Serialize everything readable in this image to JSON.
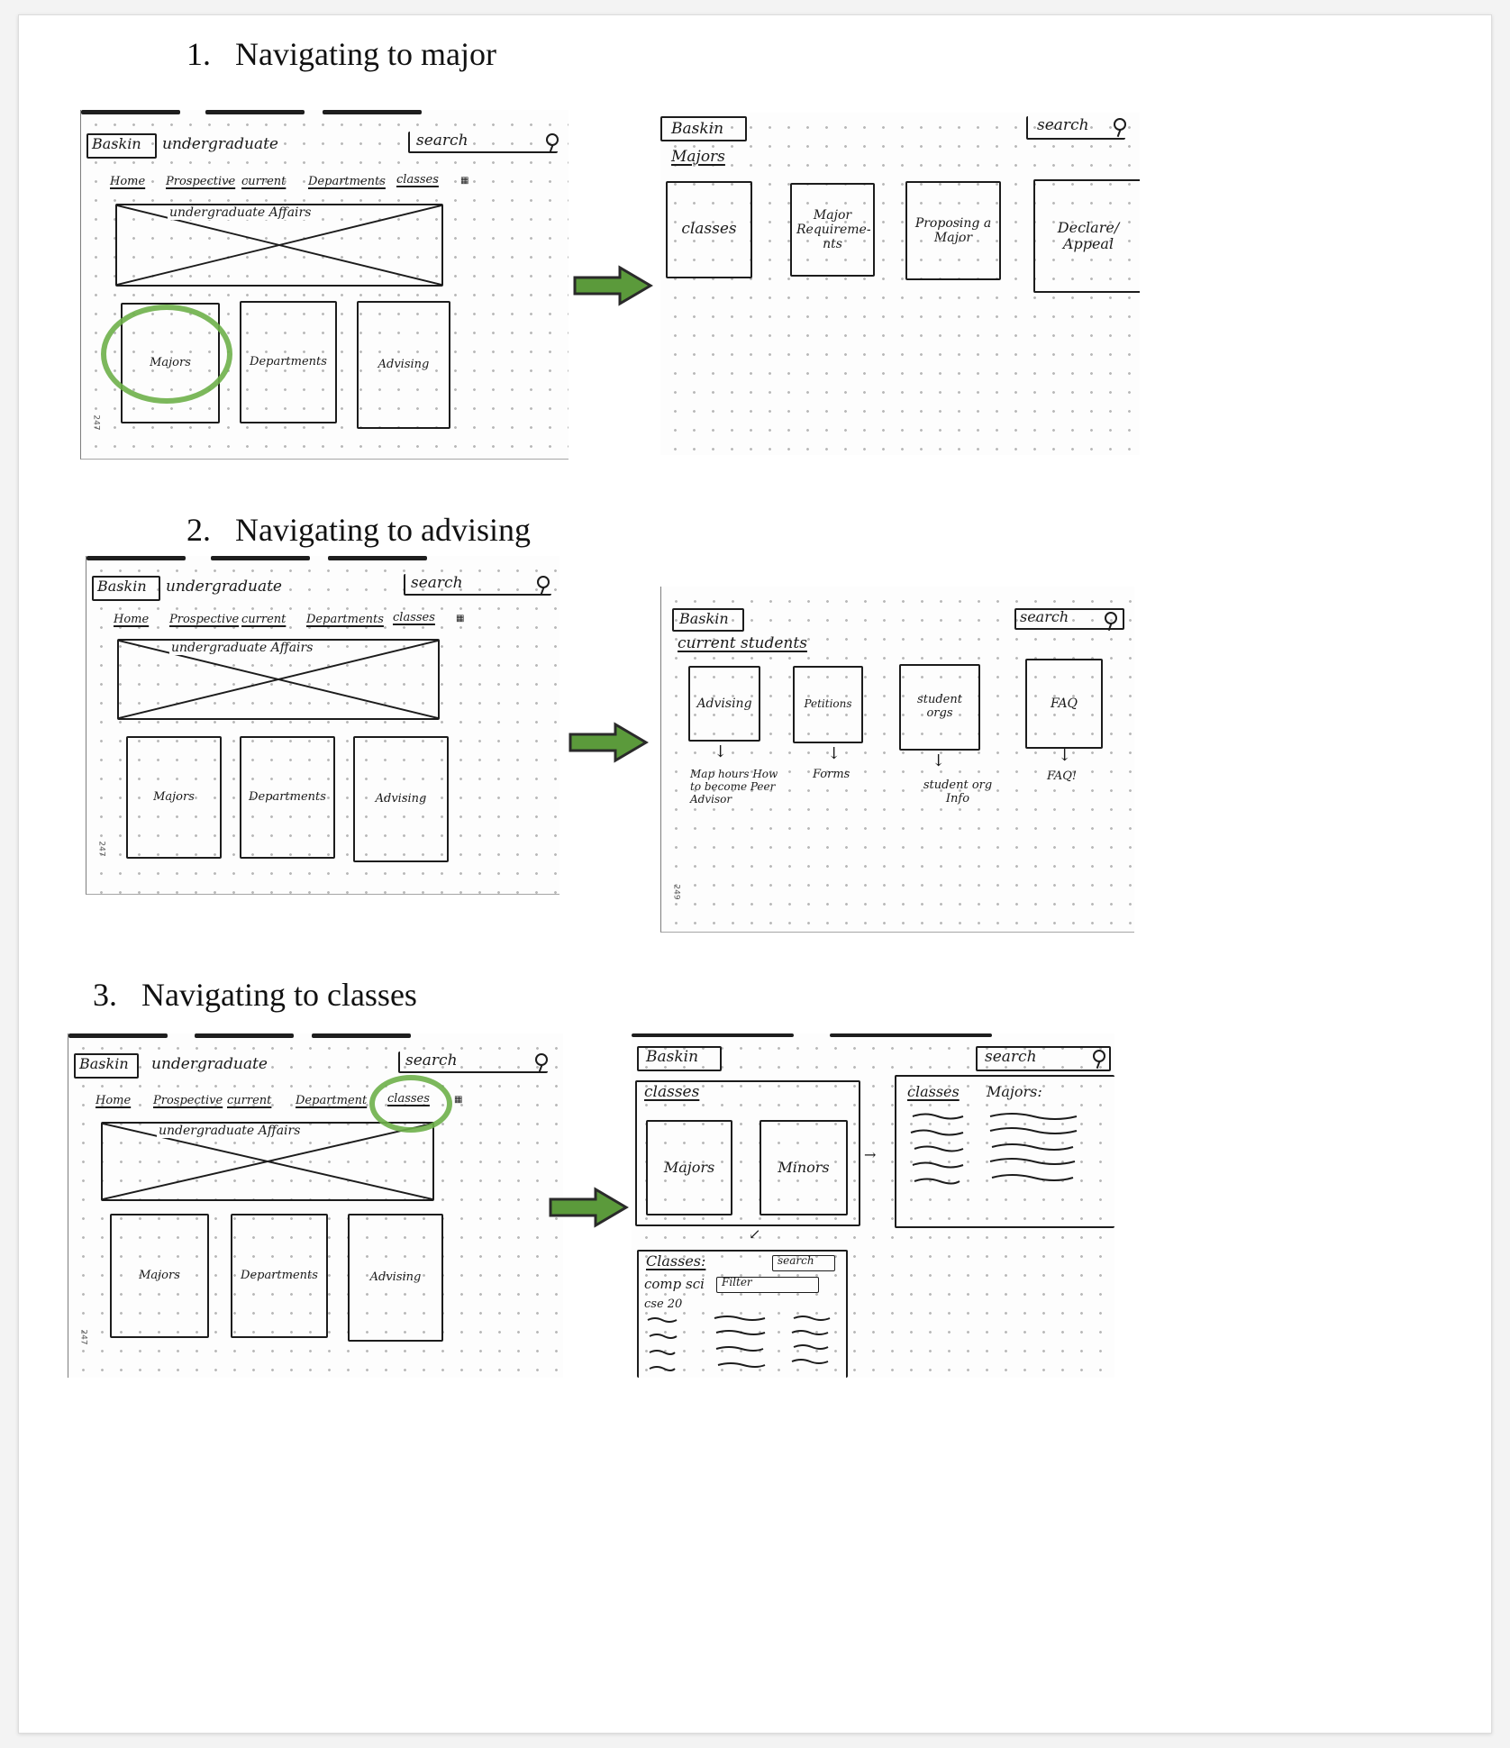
{
  "headings": [
    {
      "number": "1.",
      "text": "Navigating to major"
    },
    {
      "number": "2.",
      "text": "Navigating to advising"
    },
    {
      "number": "3.",
      "text": "Navigating to classes"
    }
  ],
  "home_sketch": {
    "logo": "Baskin",
    "title": "undergraduate",
    "search": "search",
    "nav": [
      "Home",
      "Prospective",
      "current",
      "Departments",
      "classes"
    ],
    "nav_classes_alt": "Department",
    "hero": "undergraduate Affairs",
    "cards": [
      "Majors",
      "Departments",
      "Advising"
    ],
    "page_number": "247"
  },
  "majors_sketch": {
    "logo": "Baskin",
    "section": "Majors",
    "search": "search",
    "cards": [
      "classes",
      "Major Requireme-nts",
      "Proposing a Major",
      "Declare/ Appeal"
    ]
  },
  "advising_sketch": {
    "logo": "Baskin",
    "section": "current students",
    "search": "search",
    "cards": [
      "Advising",
      "Petitions",
      "student orgs",
      "FAQ"
    ],
    "details": [
      "Map hours How to become Peer Advisor",
      "Forms",
      "student org Info",
      "FAQ!"
    ],
    "page_number": "249"
  },
  "classes_sketch": {
    "logo": "Baskin",
    "search": "search",
    "panel_title": "classes",
    "cards": [
      "Majors",
      "Minors"
    ],
    "right_labels": [
      "classes",
      "Majors:"
    ],
    "list_title": "Classes:",
    "list_search": "search",
    "subject": "comp sci",
    "filter": "Filter",
    "course": "cse 20"
  },
  "colors": {
    "accent_green": "#5b9a3b",
    "highlight_green": "#6eb04a"
  }
}
